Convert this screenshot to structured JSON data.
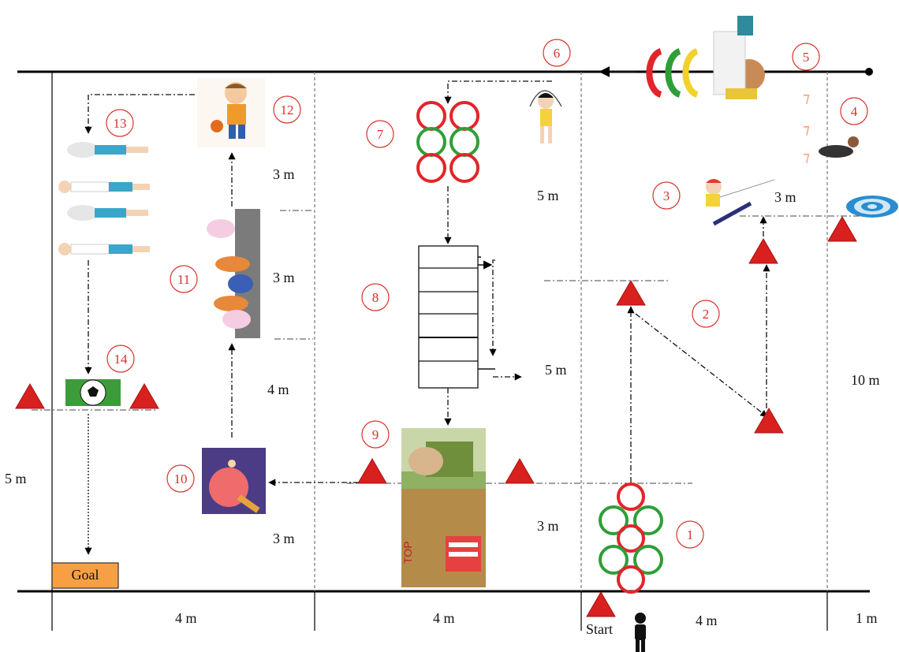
{
  "stations": [
    {
      "number": "1",
      "name": "hoop-ladder-start"
    },
    {
      "number": "2",
      "name": "zigzag-cones"
    },
    {
      "number": "3",
      "name": "throw-at-target"
    },
    {
      "number": "4",
      "name": "crawl"
    },
    {
      "number": "5",
      "name": "hurdle-jump"
    },
    {
      "number": "6",
      "name": "run-to-rope"
    },
    {
      "number": "7",
      "name": "hoop-jump"
    },
    {
      "number": "8",
      "name": "ladder-shuttle"
    },
    {
      "number": "9",
      "name": "hurdle-bench"
    },
    {
      "number": "10",
      "name": "table-tennis"
    },
    {
      "number": "11",
      "name": "forward-roll"
    },
    {
      "number": "12",
      "name": "dribble-ball"
    },
    {
      "number": "13",
      "name": "rolling-sideways"
    },
    {
      "number": "14",
      "name": "soccer-ball-dribble"
    }
  ],
  "distances": {
    "bottom_1": "4 m",
    "bottom_2": "4 m",
    "bottom_3": "4 m",
    "bottom_4": "1 m",
    "left_5m": "5 m",
    "col2_3m_top": "3 m",
    "col2_3m_mid": "3 m",
    "col2_4m": "4 m",
    "col2_3m_bot": "3 m",
    "col3_5m_top": "5 m",
    "col3_5m_mid": "5 m",
    "col3_3m_bot": "3 m",
    "col4_3m": "3 m",
    "right_10m": "10 m"
  },
  "labels": {
    "goal": "Goal",
    "start": "Start"
  },
  "colors": {
    "cone": "#d8201f",
    "hoop_red": "#e2252a",
    "hoop_green": "#2e9e38",
    "station_circle": "#d8322b",
    "goal_box": "#f7a043",
    "table_tennis_bg": "#4c3c86",
    "paddle": "#f06b6b"
  }
}
